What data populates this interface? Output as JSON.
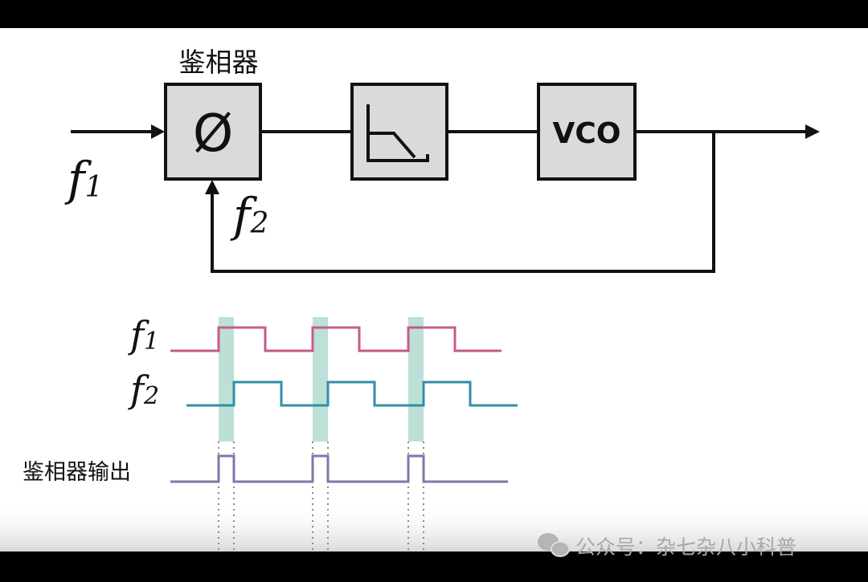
{
  "diagram": {
    "top_label": "鉴相器",
    "phase_detector_symbol": "Ø",
    "vco_label": "VCO",
    "input_label": {
      "base": "f",
      "sub": "1"
    },
    "feedback_label": {
      "base": "f",
      "sub": "2"
    }
  },
  "timing": {
    "f1_label": {
      "base": "f",
      "sub": "1"
    },
    "f2_label": {
      "base": "f",
      "sub": "2"
    },
    "output_label": "鉴相器输出"
  },
  "watermark": {
    "icon": "wechat-icon",
    "text": "公众号：杂七杂八小科普"
  },
  "colors": {
    "f1": "#c85a8a",
    "f2": "#2f8fa8",
    "output": "#7e78a8",
    "highlight": "#a6d6c9",
    "block_fill": "#dadada"
  }
}
